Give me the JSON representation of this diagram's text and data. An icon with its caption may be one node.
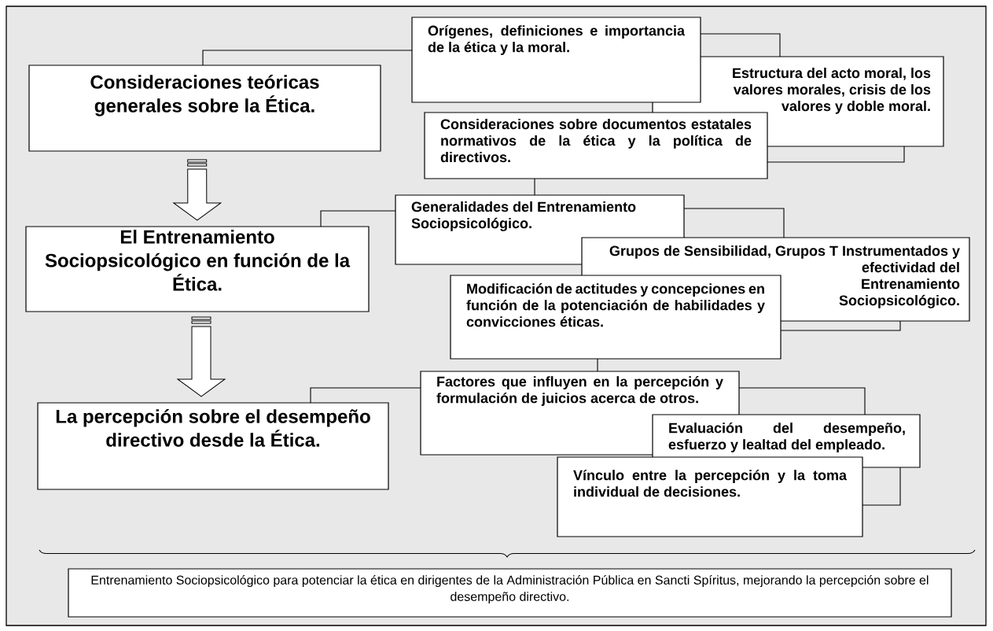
{
  "diagram": {
    "nodes": [
      {
        "text": [
          "Consideraciones teóricas generales sobre la Ética."
        ]
      },
      {
        "text": [
          "El Entrenamiento Sociopsicológico en función de la Ética."
        ]
      },
      {
        "text": [
          "La percepción sobre el desempeño directivo desde la Ética."
        ]
      },
      {
        "text": [
          "Orígenes, definiciones e importancia de la ética y la moral."
        ]
      },
      {
        "text": [
          "Estructura del acto moral, los valores morales, crisis de los valores y doble moral."
        ]
      },
      {
        "text": [
          "Consideraciones sobre documentos estatales normativos de la ética y la política de directivos."
        ]
      },
      {
        "text": [
          "Generalidades del Entrenamiento Sociopsicológico."
        ]
      },
      {
        "text": [
          "Grupos de Sensibilidad, Grupos T Instrumentados y efectividad del Entrenamiento Sociopsicológico."
        ]
      },
      {
        "text": [
          "Modificación de actitudes y concepciones en función de la potenciación de habilidades y convicciones éticas."
        ]
      },
      {
        "text": [
          "Factores que influyen en la percepción y formulación de juicios acerca de otros."
        ]
      },
      {
        "text": [
          "Evaluación del desempeño, esfuerzo y lealtad del empleado."
        ]
      },
      {
        "text": [
          "Vínculo entre la percepción y la toma individual de decisiones."
        ]
      },
      {
        "text": [
          "Entrenamiento Sociopsicológico para potenciar la ética en dirigentes de la Administración Pública en Sancti Spíritus, mejorando la percepción sobre el desempeño directivo."
        ]
      }
    ],
    "edges": [
      {
        "from": 0,
        "to": 1,
        "arrow": "to"
      },
      {
        "from": 1,
        "to": 2,
        "arrow": "to"
      },
      {
        "from": 0,
        "to": 3,
        "arrow": "none"
      },
      {
        "from": 3,
        "to": 4,
        "arrow": "none"
      },
      {
        "from": 4,
        "to": 5,
        "arrow": "none"
      },
      {
        "from": 5,
        "to": 6,
        "arrow": "none"
      },
      {
        "from": 1,
        "to": 6,
        "arrow": "none"
      },
      {
        "from": 6,
        "to": 7,
        "arrow": "none"
      },
      {
        "from": 7,
        "to": 8,
        "arrow": "none"
      },
      {
        "from": 8,
        "to": 9,
        "arrow": "none"
      },
      {
        "from": 2,
        "to": 9,
        "arrow": "none"
      },
      {
        "from": 9,
        "to": 10,
        "arrow": "none"
      },
      {
        "from": 10,
        "to": 11,
        "arrow": "none"
      }
    ]
  }
}
